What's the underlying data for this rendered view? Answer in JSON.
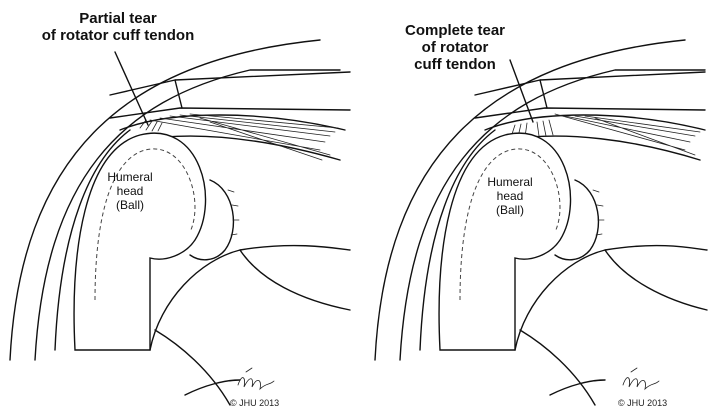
{
  "panels": [
    {
      "title": "Partial tear\nof rotator cuff tendon",
      "part_label": "Humeral\nhead\n(Ball)",
      "copyright": "© JHU 2013"
    },
    {
      "title": "Complete tear\nof rotator\ncuff tendon",
      "part_label": "Humeral\nhead\n(Ball)",
      "copyright": "© JHU 2013"
    }
  ]
}
